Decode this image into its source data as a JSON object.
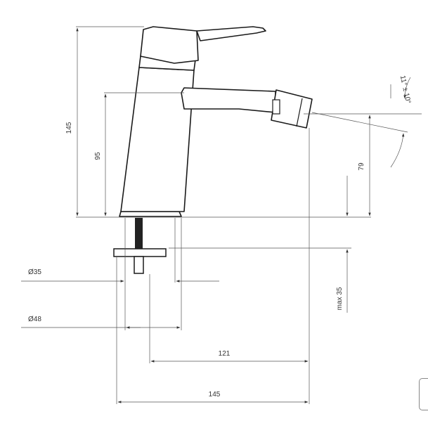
{
  "dimensions": {
    "height_total": "145",
    "height_spout": "95",
    "height_outlet": "79",
    "angle": "11° ± 10°",
    "max_thickness": "max 35",
    "diameter_hole": "Ø35",
    "diameter_base": "Ø48",
    "reach_121": "121",
    "reach_145": "145"
  },
  "colors": {
    "line": "#1a1a1a",
    "dim_line": "#555555",
    "background": "#ffffff"
  }
}
